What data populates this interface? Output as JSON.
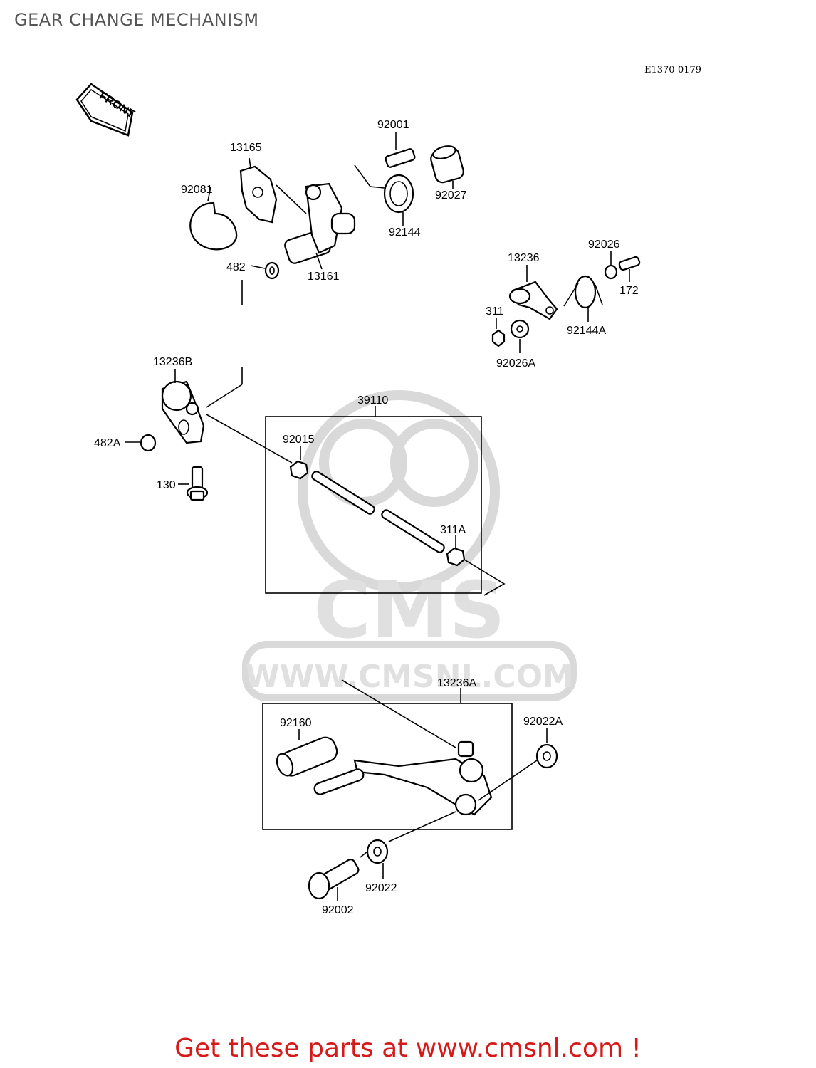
{
  "title": "GEAR CHANGE MECHANISM",
  "diagram_code": "E1370-0179",
  "front_label": "FRONT",
  "watermark": {
    "brand": "CMS",
    "url": "WWW.CMSNL.COM"
  },
  "parts": {
    "p92001": "92001",
    "p13165": "13165",
    "p92081": "92081",
    "p92027": "92027",
    "p92144": "92144",
    "p482": "482",
    "p13161": "13161",
    "p92026": "92026",
    "p13236": "13236",
    "p172": "172",
    "p311": "311",
    "p92144A": "92144A",
    "p92026A": "92026A",
    "p13236B": "13236B",
    "p39110": "39110",
    "p92015": "92015",
    "p482A": "482A",
    "p130": "130",
    "p311A": "311A",
    "p13236A": "13236A",
    "p92022A": "92022A",
    "p92160": "92160",
    "p92022": "92022",
    "p92002": "92002"
  },
  "footer": "Get these parts at www.cmsnl.com !"
}
